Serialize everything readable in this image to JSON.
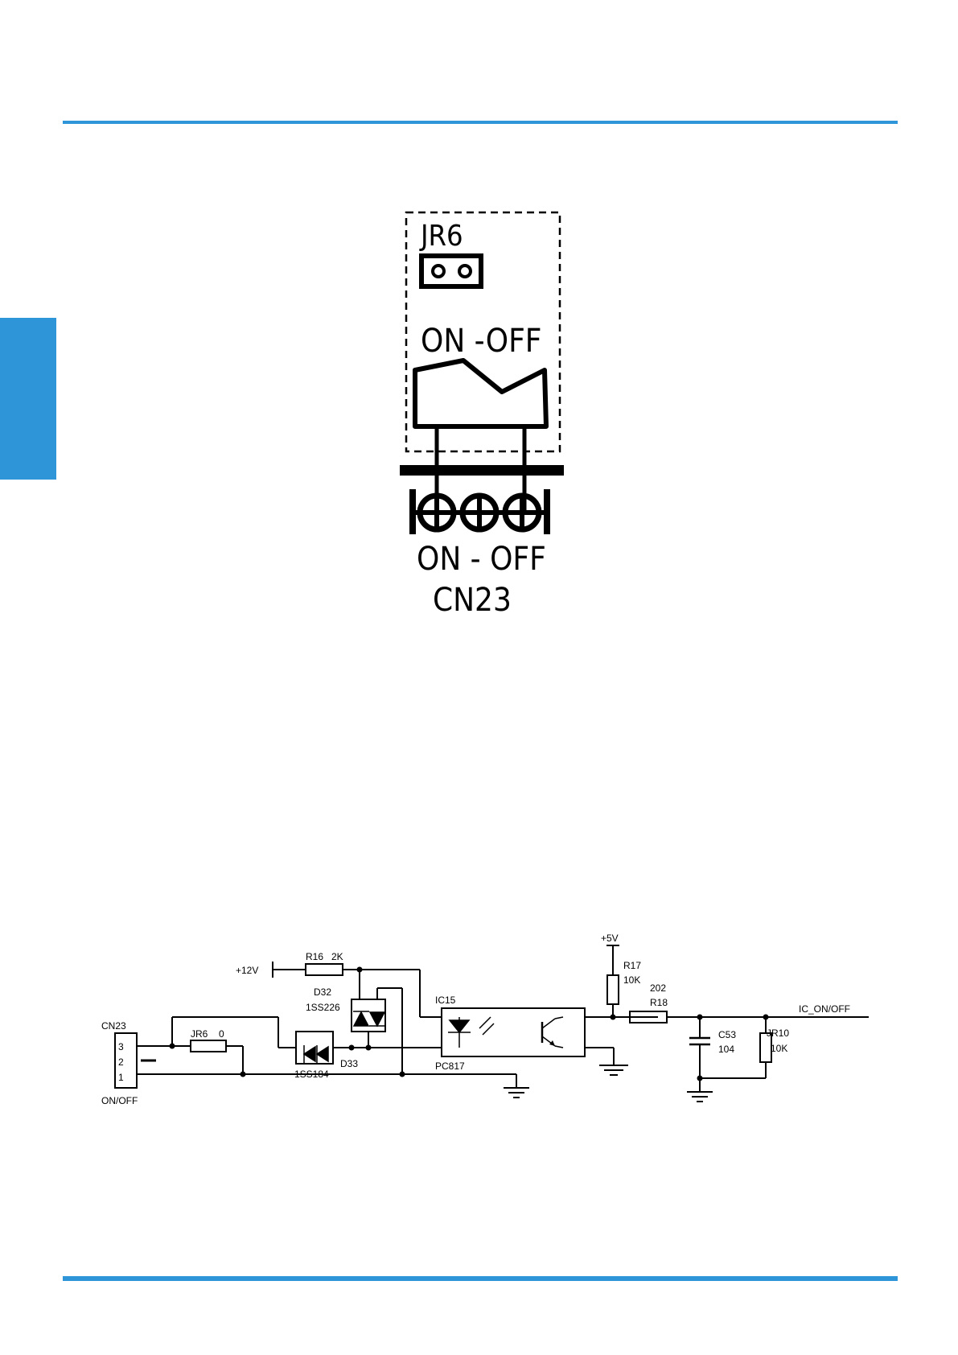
{
  "colors": {
    "accent": "#2E95D8",
    "line": "#000000"
  },
  "connector_diagram": {
    "jumper_label": "JR6",
    "switch_label": "ON -OFF",
    "terminal_label": "ON - OFF",
    "connector_label": "CN23"
  },
  "schematic": {
    "connector": {
      "ref": "CN23",
      "pins": [
        "3",
        "2",
        "1"
      ],
      "name": "ON/OFF"
    },
    "jumper": {
      "ref": "JR6",
      "value": "0"
    },
    "supply_12v": "+12V",
    "supply_5v": "+5V",
    "r16": {
      "ref": "R16",
      "value": "2K"
    },
    "d32": {
      "ref": "D32",
      "part": "1SS226"
    },
    "d33": {
      "ref": "D33",
      "part": "1SS184"
    },
    "optocoupler": {
      "ref": "IC15",
      "part": "PC817"
    },
    "r17": {
      "ref": "R17",
      "value": "10K"
    },
    "r18": {
      "ref": "R18",
      "value": "202"
    },
    "c53": {
      "ref": "C53",
      "value": "104"
    },
    "r10": {
      "ref": "JR10",
      "value": "10K"
    },
    "net_out": "IC_ON/OFF"
  }
}
